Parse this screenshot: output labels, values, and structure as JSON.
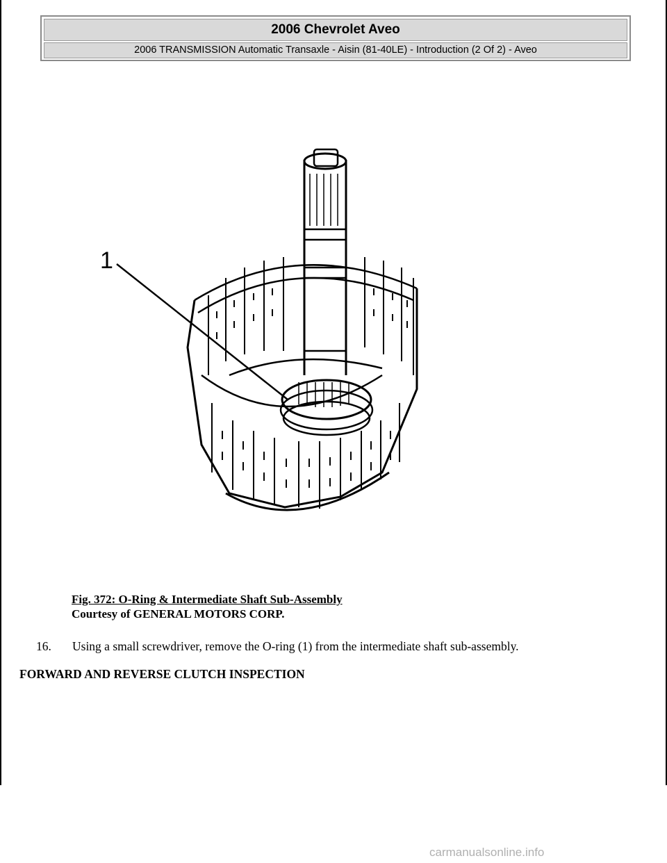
{
  "header": {
    "title": "2006 Chevrolet Aveo",
    "subtitle": "2006 TRANSMISSION Automatic Transaxle - Aisin (81-40LE) - Introduction (2 Of 2) - Aveo"
  },
  "figure": {
    "callout_label": "1",
    "caption_title": "Fig. 372: O-Ring & Intermediate Shaft Sub-Assembly",
    "caption_credit": "Courtesy of GENERAL MOTORS CORP."
  },
  "step": {
    "number": "16.",
    "text": "Using a small screwdriver, remove the O-ring (1) from the intermediate shaft sub-assembly."
  },
  "section_heading": "FORWARD AND REVERSE CLUTCH INSPECTION",
  "watermark": "carmanualsonline.info"
}
